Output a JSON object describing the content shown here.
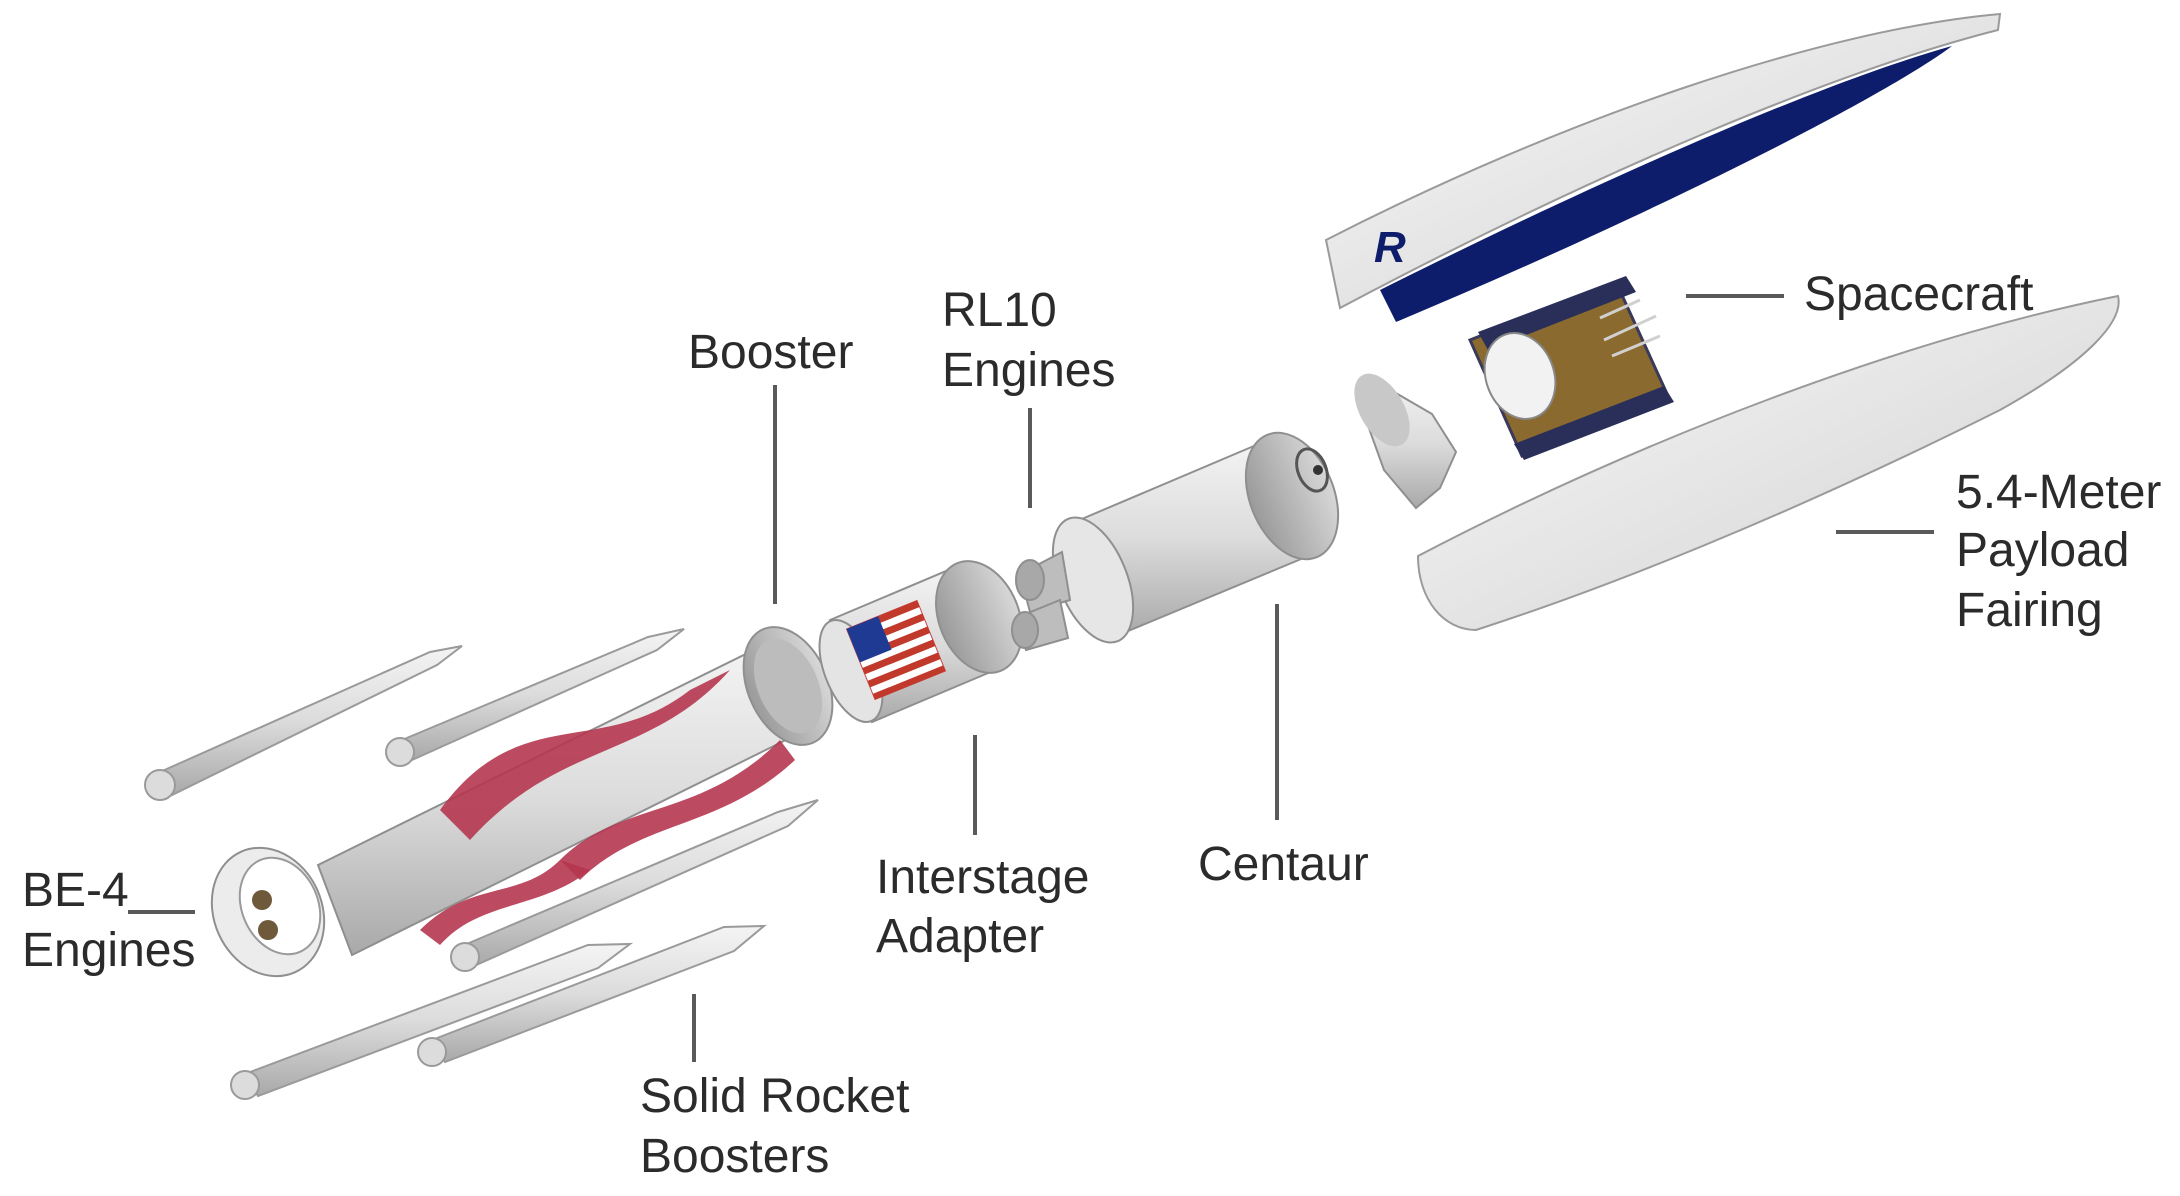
{
  "labels": {
    "booster": [
      "Booster"
    ],
    "rl10": [
      "RL10",
      "Engines"
    ],
    "spacecraft": [
      "Spacecraft"
    ],
    "fairing": [
      "5.4-Meter",
      "Payload",
      "Fairing"
    ],
    "centaur": [
      "Centaur"
    ],
    "interstage": [
      "Interstage",
      "Adapter"
    ],
    "be4": [
      "BE-4",
      "Engines"
    ],
    "srb": [
      "Solid Rocket",
      "Boosters"
    ]
  },
  "colors": {
    "body": "#e2e2e2",
    "shade": "#b8b8b8",
    "dark": "#8f8f8f",
    "booster_red": "#b5364f",
    "fairing_blue": "#0e1d6b",
    "payload_gold": "#8a6a2e",
    "leader": "#5a5a5a",
    "text": "#2b2b2b"
  },
  "logo_text": "R"
}
